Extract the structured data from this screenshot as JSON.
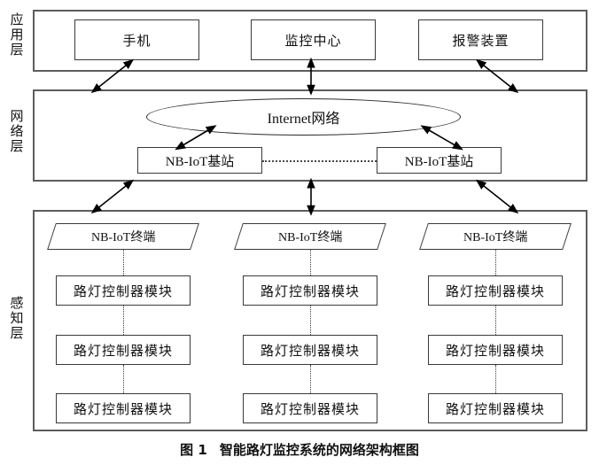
{
  "figure": {
    "caption_number": "图 1",
    "caption_title": "智能路灯监控系统的网络架构框图"
  },
  "layers": [
    {
      "id": "application",
      "label": "应用层",
      "nodes": [
        {
          "name": "mobile-phone",
          "label": "手机"
        },
        {
          "name": "monitoring-center",
          "label": "监控中心"
        },
        {
          "name": "alarm-device",
          "label": "报警装置"
        }
      ]
    },
    {
      "id": "network",
      "label": "网络层",
      "cloud": {
        "name": "internet-cloud",
        "label": "Internet网络"
      },
      "base_stations": [
        {
          "name": "nbiot-base-station-left",
          "label": "NB-IoT基站"
        },
        {
          "name": "nbiot-base-station-right",
          "label": "NB-IoT基站"
        }
      ]
    },
    {
      "id": "perception",
      "label": "感知层",
      "columns": [
        {
          "terminal": "NB-IoT终端",
          "modules": [
            "路灯控制器模块",
            "路灯控制器模块",
            "路灯控制器模块"
          ]
        },
        {
          "terminal": "NB-IoT终端",
          "modules": [
            "路灯控制器模块",
            "路灯控制器模块",
            "路灯控制器模块"
          ]
        },
        {
          "terminal": "NB-IoT终端",
          "modules": [
            "路灯控制器模块",
            "路灯控制器模块",
            "路灯控制器模块"
          ]
        }
      ]
    }
  ],
  "colors": {
    "container_border": "#5d5d5d",
    "node_border": "#3a3a3a",
    "dotted_line": "#3b3b3b",
    "arrow": "#000000",
    "background": "#ffffff",
    "text": "#111111"
  }
}
